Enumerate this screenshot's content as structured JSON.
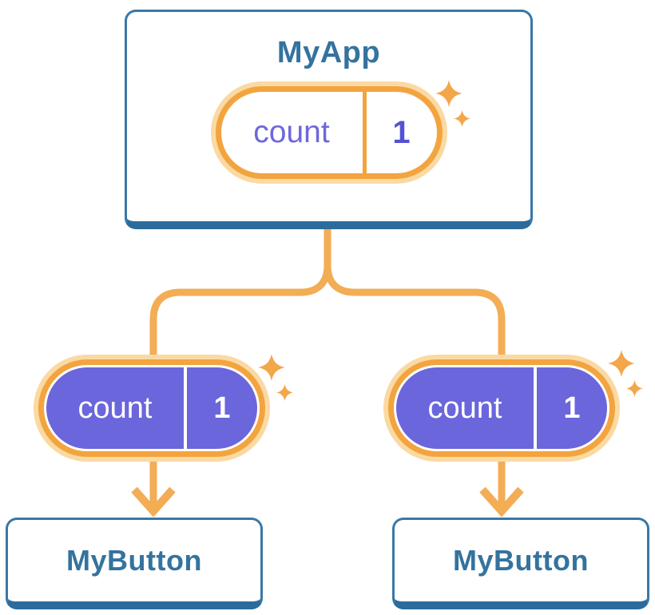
{
  "colors": {
    "blue_border": "#3878A8",
    "blue_edge": "#2C6C9C",
    "blue_text": "#34739E",
    "orange": "#F2A43F",
    "orange_light": "#FBD9A3",
    "orange_line": "#F2AD55",
    "purple": "#6B66DB",
    "purple_text": "#6D68DC",
    "purple_value": "#5550D5",
    "sparkle": "#F3A64A",
    "card_bg": "#FFFFFF"
  },
  "icons": {
    "sparkle_glyph": "✦",
    "arrow_glyph": "↓"
  },
  "root": {
    "title": "MyApp",
    "state_pill": {
      "label": "count",
      "value": "1"
    }
  },
  "children": [
    {
      "title": "MyButton",
      "props_pill": {
        "label": "count",
        "value": "1"
      }
    },
    {
      "title": "MyButton",
      "props_pill": {
        "label": "count",
        "value": "1"
      }
    }
  ]
}
